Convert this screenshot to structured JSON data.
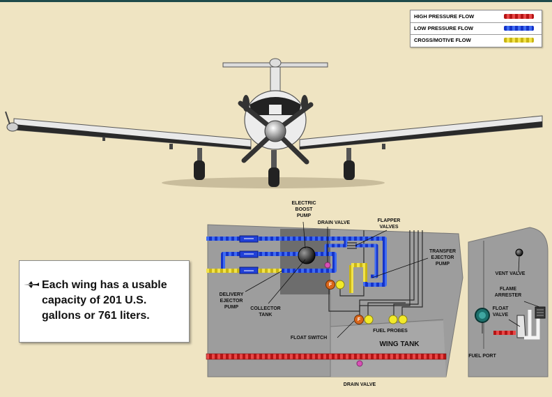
{
  "legend": {
    "items": [
      {
        "label": "HIGH PRESSURE FLOW",
        "color": "#d21a1a"
      },
      {
        "label": "LOW PRESSURE FLOW",
        "color": "#1a3bd2"
      },
      {
        "label": "CROSS/MOTIVE FLOW",
        "color": "#d8c61a"
      }
    ]
  },
  "note": {
    "text": "Each wing has a usable capacity of 201 U.S. gallons or 761 liters."
  },
  "labels": {
    "electric_boost_pump": "ELECTRIC\nBOOST\nPUMP",
    "drain_valve_top": "DRAIN VALVE",
    "flapper_valves": "FLAPPER\nVALVES",
    "transfer_ejector_pump": "TRANSFER\nEJECTOR\nPUMP",
    "delivery_ejector_pump": "DELIVERY\nEJECTOR\nPUMP",
    "collector_tank": "COLLECTOR\nTANK",
    "float_switch": "FLOAT SWITCH",
    "fuel_probes": "FUEL PROBES",
    "wing_tank": "WING TANK",
    "drain_valve_bottom": "DRAIN VALVE",
    "vent_valve": "VENT VALVE",
    "flame_arrester": "FLAME\nARRESTER",
    "float_valve": "FLOAT\nVALVE",
    "fuel_port": "FUEL PORT",
    "float_switch_marker": "F"
  }
}
